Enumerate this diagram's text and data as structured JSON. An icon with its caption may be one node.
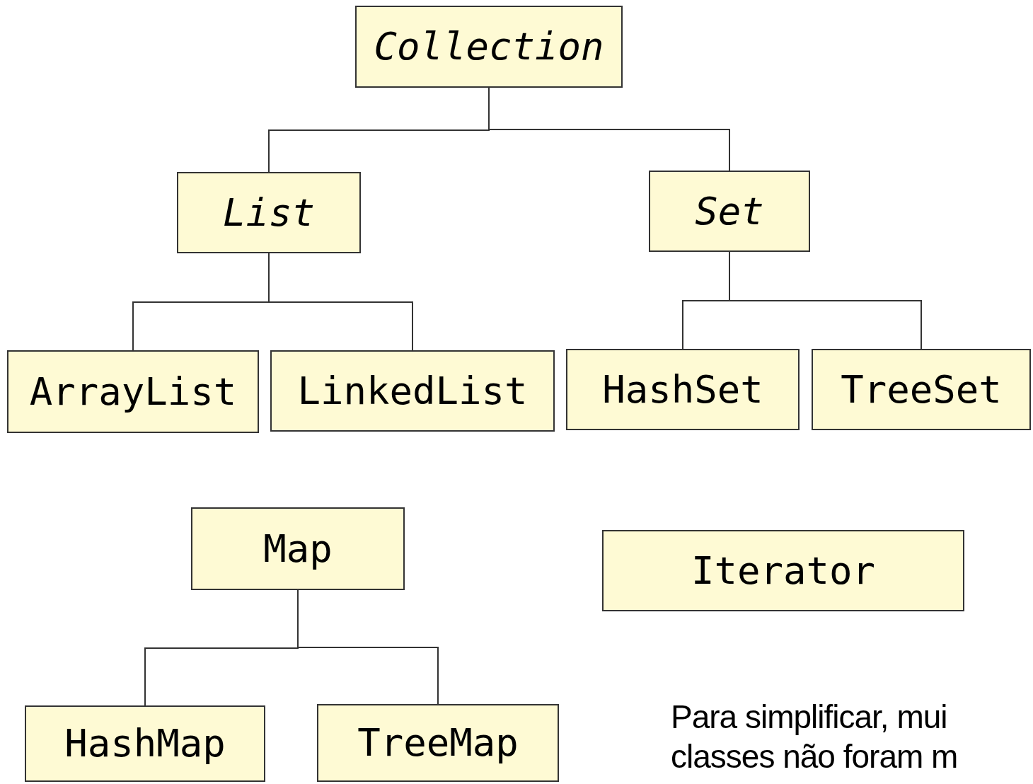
{
  "diagram": {
    "nodes": [
      {
        "text": [
          "Collection"
        ]
      },
      {
        "text": [
          "List"
        ]
      },
      {
        "text": [
          "Set"
        ]
      },
      {
        "text": [
          "ArrayList"
        ]
      },
      {
        "text": [
          "LinkedList"
        ]
      },
      {
        "text": [
          "HashSet"
        ]
      },
      {
        "text": [
          "TreeSet"
        ]
      },
      {
        "text": [
          "Map"
        ]
      },
      {
        "text": [
          "Iterator"
        ]
      },
      {
        "text": [
          "HashMap"
        ]
      },
      {
        "text": [
          "TreeMap"
        ]
      }
    ],
    "edges": [
      {
        "from": 0,
        "to": 1,
        "arrow": "none"
      },
      {
        "from": 0,
        "to": 2,
        "arrow": "none"
      },
      {
        "from": 1,
        "to": 3,
        "arrow": "none"
      },
      {
        "from": 1,
        "to": 4,
        "arrow": "none"
      },
      {
        "from": 2,
        "to": 5,
        "arrow": "none"
      },
      {
        "from": 2,
        "to": 6,
        "arrow": "none"
      },
      {
        "from": 7,
        "to": 9,
        "arrow": "none"
      },
      {
        "from": 7,
        "to": 10,
        "arrow": "none"
      }
    ],
    "labels": [
      "Para simplificar, mui",
      "classes não foram m"
    ]
  }
}
